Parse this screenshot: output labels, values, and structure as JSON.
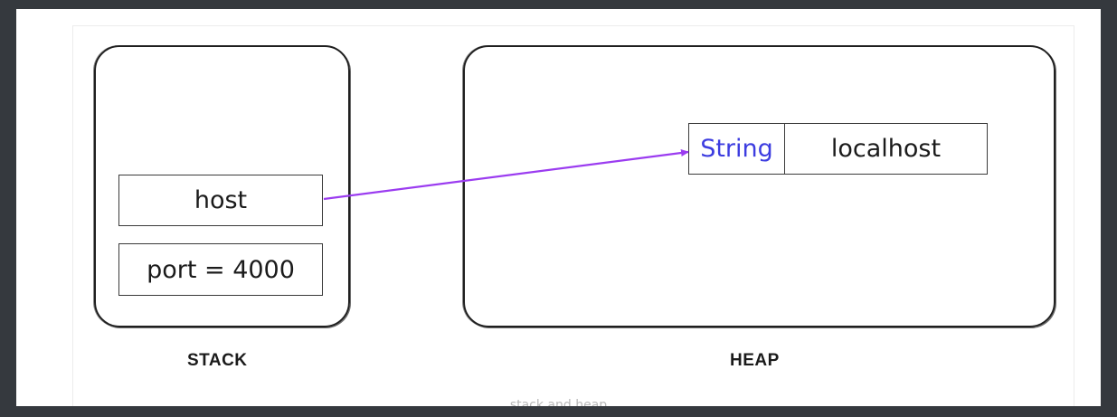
{
  "diagram": {
    "stack": {
      "label": "STACK",
      "variables": [
        {
          "text": "host"
        },
        {
          "text": "port = 4000"
        }
      ]
    },
    "heap": {
      "label": "HEAP",
      "object": {
        "type": "String",
        "value": "localhost"
      }
    },
    "caption": "stack and heap",
    "colors": {
      "pointer": "#9b3cf0",
      "type_text": "#3d3de0",
      "background": "#35393e",
      "canvas": "#ffffff"
    }
  }
}
